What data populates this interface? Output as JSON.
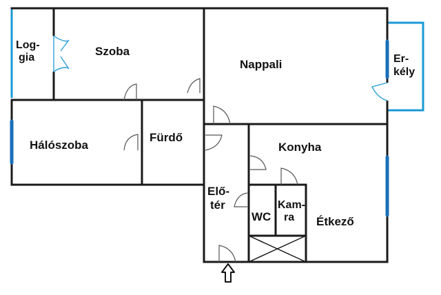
{
  "colors": {
    "wall": "#1a1a1a",
    "window": "#1a6fb8",
    "balcony": "#1a9ad6",
    "door": "#555555"
  },
  "rooms": {
    "loggia": {
      "line1": "Log-",
      "line2": "gia"
    },
    "szoba": "Szoba",
    "nappali": "Nappali",
    "erkely": {
      "line1": "Er-",
      "line2": "kély"
    },
    "haloszoba": "Hálószoba",
    "furdo": "Fürdő",
    "konyha": "Konyha",
    "eloter": {
      "line1": "Elő-",
      "line2": "tér"
    },
    "wc": "WC",
    "kamra": {
      "line1": "Kam-",
      "line2": "ra"
    },
    "etkezo": "Étkező"
  },
  "entrance": {
    "icon": "up-arrow-icon"
  }
}
